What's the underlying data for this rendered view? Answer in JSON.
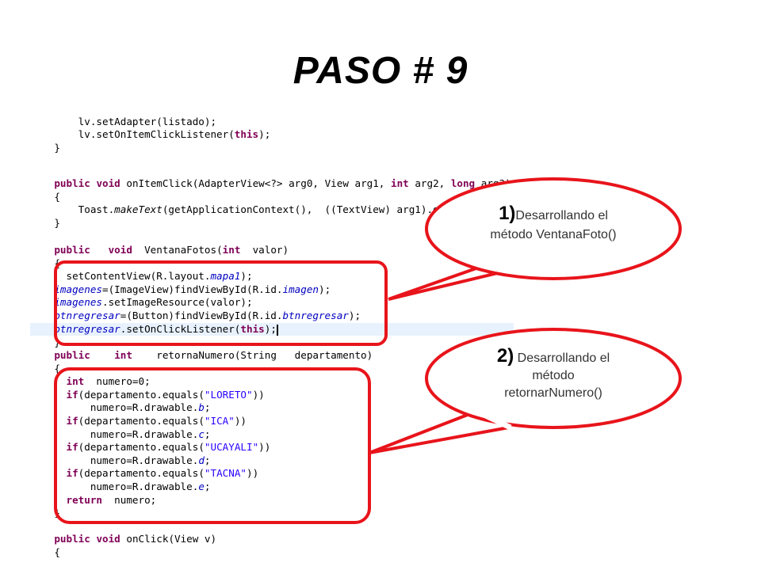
{
  "slide": {
    "title": "PASO # 9"
  },
  "code_lines": [
    {
      "tokens": [
        {
          "t": "        lv.setAdapter(listado);"
        }
      ]
    },
    {
      "tokens": [
        {
          "t": "        lv.setOnItemClickListener("
        },
        {
          "t": "this",
          "c": "kw"
        },
        {
          "t": ");"
        }
      ]
    },
    {
      "tokens": [
        {
          "t": "    }"
        }
      ]
    },
    {
      "tokens": [
        {
          "t": ""
        }
      ]
    },
    {
      "tokens": [
        {
          "t": "    "
        },
        {
          "t": "public",
          "c": "kw"
        },
        {
          "t": " "
        },
        {
          "t": "void",
          "c": "kw"
        },
        {
          "t": " onItemClick(AdapterView<?> arg0, View arg1, "
        },
        {
          "t": "int",
          "c": "kw"
        },
        {
          "t": " arg2, "
        },
        {
          "t": "long",
          "c": "kw"
        },
        {
          "t": " arg3)"
        }
      ]
    },
    {
      "tokens": [
        {
          "t": "    {"
        }
      ]
    },
    {
      "tokens": [
        {
          "t": "        Toast."
        },
        {
          "t": "makeText",
          "c": "st"
        },
        {
          "t": "(getApplicationContext(),  ((TextView) arg1).getText()"
        }
      ]
    },
    {
      "tokens": [
        {
          "t": "    }"
        }
      ]
    },
    {
      "tokens": [
        {
          "t": ""
        }
      ]
    },
    {
      "tokens": [
        {
          "t": "    "
        },
        {
          "t": "public",
          "c": "kw"
        },
        {
          "t": "   "
        },
        {
          "t": "void",
          "c": "kw"
        },
        {
          "t": "  VentanaFotos("
        },
        {
          "t": "int",
          "c": "kw"
        },
        {
          "t": "  valor)"
        }
      ]
    },
    {
      "tokens": [
        {
          "t": "    {"
        }
      ]
    },
    {
      "tokens": [
        {
          "t": "      setContentView(R.layout."
        },
        {
          "t": "mapa1",
          "c": "fld"
        },
        {
          "t": ");"
        }
      ]
    },
    {
      "tokens": [
        {
          "t": "    "
        },
        {
          "t": "imagenes",
          "c": "fld"
        },
        {
          "t": "=(ImageView)findViewById(R.id."
        },
        {
          "t": "imagen",
          "c": "fld"
        },
        {
          "t": ");"
        }
      ]
    },
    {
      "tokens": [
        {
          "t": "    "
        },
        {
          "t": "imagenes",
          "c": "fld"
        },
        {
          "t": ".setImageResource(valor);"
        }
      ]
    },
    {
      "tokens": [
        {
          "t": "    "
        },
        {
          "t": "btnregresar",
          "c": "fld"
        },
        {
          "t": "=(Button)findViewById(R.id."
        },
        {
          "t": "btnregresar",
          "c": "fld"
        },
        {
          "t": ");"
        }
      ]
    },
    {
      "tokens": [
        {
          "t": "    "
        },
        {
          "t": "btnregresar",
          "c": "fld"
        },
        {
          "t": ".setOnClickListener("
        },
        {
          "t": "this",
          "c": "kw"
        },
        {
          "t": ");"
        }
      ],
      "current": true
    },
    {
      "tokens": [
        {
          "t": "    }"
        }
      ]
    },
    {
      "tokens": [
        {
          "t": "    "
        },
        {
          "t": "public",
          "c": "kw"
        },
        {
          "t": "    "
        },
        {
          "t": "int",
          "c": "kw"
        },
        {
          "t": "    retornaNumero(String   departamento)"
        }
      ]
    },
    {
      "tokens": [
        {
          "t": "    {"
        }
      ]
    },
    {
      "tokens": [
        {
          "t": "      "
        },
        {
          "t": "int",
          "c": "kw"
        },
        {
          "t": "  numero=0;"
        }
      ]
    },
    {
      "tokens": [
        {
          "t": "      "
        },
        {
          "t": "if",
          "c": "kw"
        },
        {
          "t": "(departamento.equals("
        },
        {
          "t": "\"LORETO\"",
          "c": "str"
        },
        {
          "t": "))"
        }
      ]
    },
    {
      "tokens": [
        {
          "t": "          numero=R.drawable."
        },
        {
          "t": "b",
          "c": "fld"
        },
        {
          "t": ";"
        }
      ]
    },
    {
      "tokens": [
        {
          "t": "      "
        },
        {
          "t": "if",
          "c": "kw"
        },
        {
          "t": "(departamento.equals("
        },
        {
          "t": "\"ICA\"",
          "c": "str"
        },
        {
          "t": "))"
        }
      ]
    },
    {
      "tokens": [
        {
          "t": "          numero=R.drawable."
        },
        {
          "t": "c",
          "c": "fld"
        },
        {
          "t": ";"
        }
      ]
    },
    {
      "tokens": [
        {
          "t": "      "
        },
        {
          "t": "if",
          "c": "kw"
        },
        {
          "t": "(departamento.equals("
        },
        {
          "t": "\"UCAYALI\"",
          "c": "str"
        },
        {
          "t": "))"
        }
      ]
    },
    {
      "tokens": [
        {
          "t": "          numero=R.drawable."
        },
        {
          "t": "d",
          "c": "fld"
        },
        {
          "t": ";"
        }
      ]
    },
    {
      "tokens": [
        {
          "t": "      "
        },
        {
          "t": "if",
          "c": "kw"
        },
        {
          "t": "(departamento.equals("
        },
        {
          "t": "\"TACNA\"",
          "c": "str"
        },
        {
          "t": "))"
        }
      ]
    },
    {
      "tokens": [
        {
          "t": "          numero=R.drawable."
        },
        {
          "t": "e",
          "c": "fld"
        },
        {
          "t": ";"
        }
      ]
    },
    {
      "tokens": [
        {
          "t": "      "
        },
        {
          "t": "return",
          "c": "kw"
        },
        {
          "t": "  numero;"
        }
      ]
    },
    {
      "tokens": [
        {
          "t": "    }"
        }
      ]
    },
    {
      "tokens": [
        {
          "t": ""
        }
      ]
    },
    {
      "tokens": [
        {
          "t": "    "
        },
        {
          "t": "public",
          "c": "kw"
        },
        {
          "t": " "
        },
        {
          "t": "void",
          "c": "kw"
        },
        {
          "t": " onClick(View v)"
        }
      ]
    },
    {
      "tokens": [
        {
          "t": "    {"
        }
      ]
    }
  ],
  "callouts": [
    {
      "number": "1)",
      "text_line1": "Desarrollando el",
      "text_line2": "método  VentanaFoto()"
    },
    {
      "number": "2)",
      "text_line1": "Desarrollando el",
      "text_line2": "método",
      "text_line3": "retornarNumero()"
    }
  ],
  "colors": {
    "highlight_red": "#e8141b",
    "keyword": "#7f0055",
    "string": "#2a00ff",
    "field": "#0000c0",
    "current_line": "#e8f2fe"
  }
}
